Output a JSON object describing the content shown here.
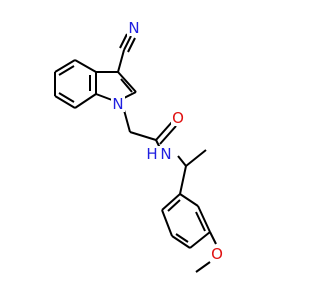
{
  "molecule": {
    "atoms": {
      "nitrile_n": {
        "label": "N",
        "color": "#1f1fe0"
      },
      "indole_n": {
        "label": "N",
        "color": "#1f1fe0"
      },
      "amide_o": {
        "label": "O",
        "color": "#e01010"
      },
      "amide_n": {
        "label": "N",
        "color": "#1f1fe0"
      },
      "amide_h": {
        "label": "H",
        "color": "#1f1fe0"
      },
      "ether_o": {
        "label": "O",
        "color": "#e01010"
      }
    }
  }
}
